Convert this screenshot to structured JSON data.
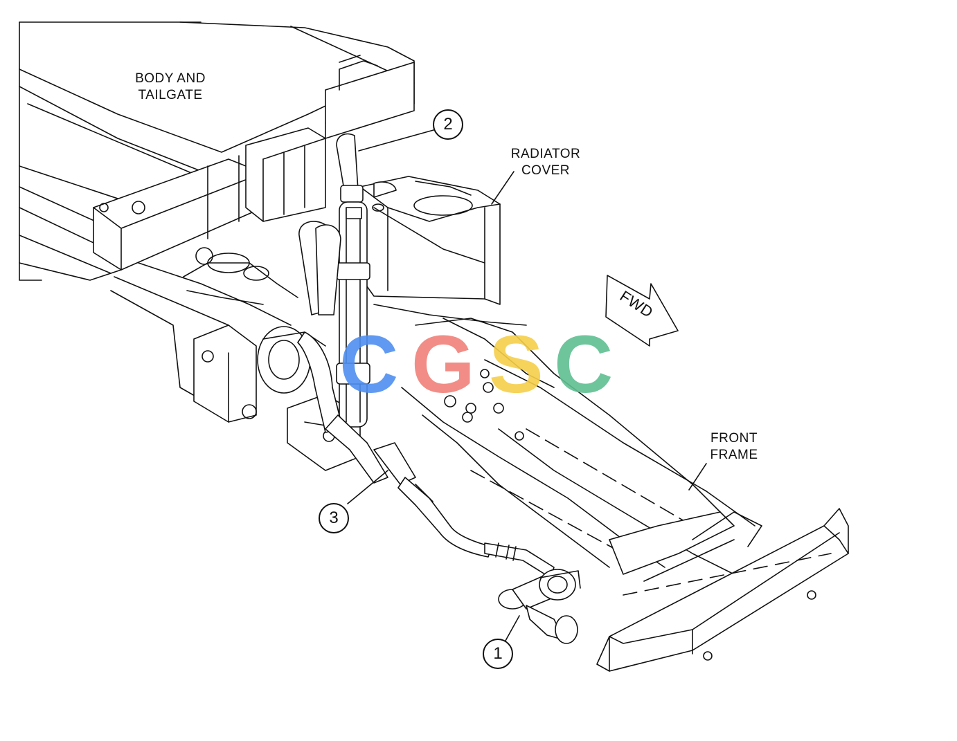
{
  "labels": {
    "body_tailgate": "BODY AND\nTAILGATE",
    "radiator_cover": "RADIATOR\nCOVER",
    "front_frame": "FRONT\nFRAME",
    "fwd": "FWD"
  },
  "callouts": [
    "1",
    "2",
    "3"
  ],
  "watermark": {
    "letters": [
      "C",
      "G",
      "S",
      "C"
    ],
    "colors": [
      "#4f8ff0",
      "#f0817a",
      "#f6cf4a",
      "#5fbf92"
    ]
  }
}
